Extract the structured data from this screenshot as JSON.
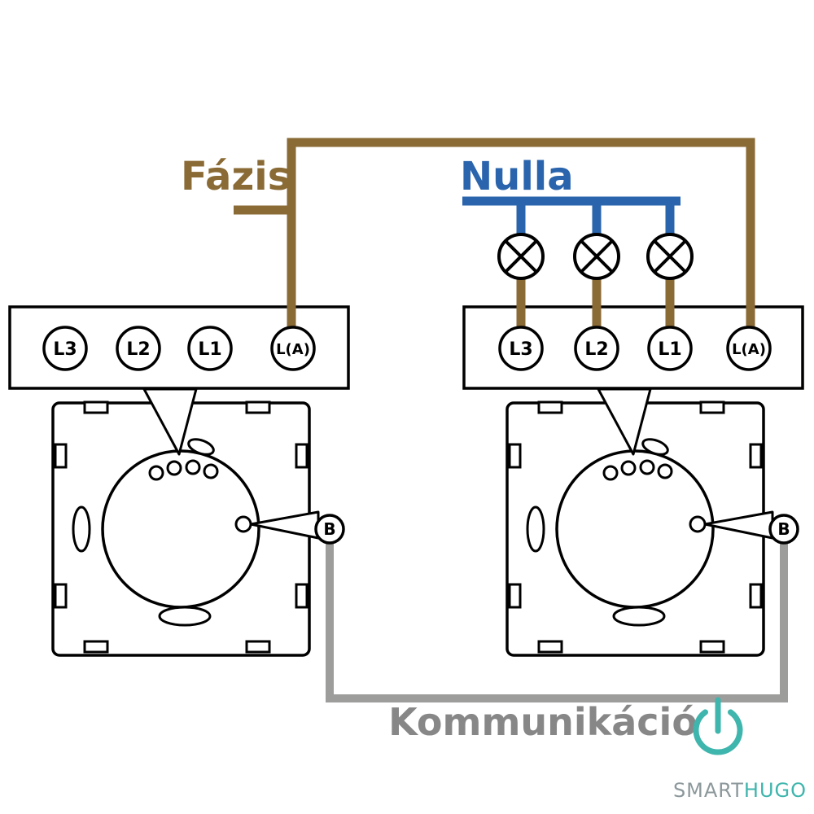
{
  "diagram": {
    "phase_label": "Fázis",
    "neutral_label": "Nulla",
    "communication_label": "Kommunikáció",
    "b_label": "B"
  },
  "terminals": {
    "left": [
      "L3",
      "L2",
      "L1",
      "L(A)"
    ],
    "right": [
      "L3",
      "L2",
      "L1",
      "L(A)"
    ]
  },
  "logo": {
    "smart": "SMART",
    "hugo": "HUGO"
  },
  "colors": {
    "phase": "#8a6a35",
    "neutral": "#2a64ad",
    "communication_wire": "#9d9d9c",
    "communication_text": "#878787",
    "logo_gray": "#8c989b",
    "logo_teal": "#3eb5ad",
    "outline": "#000000",
    "background": "#ffffff"
  }
}
